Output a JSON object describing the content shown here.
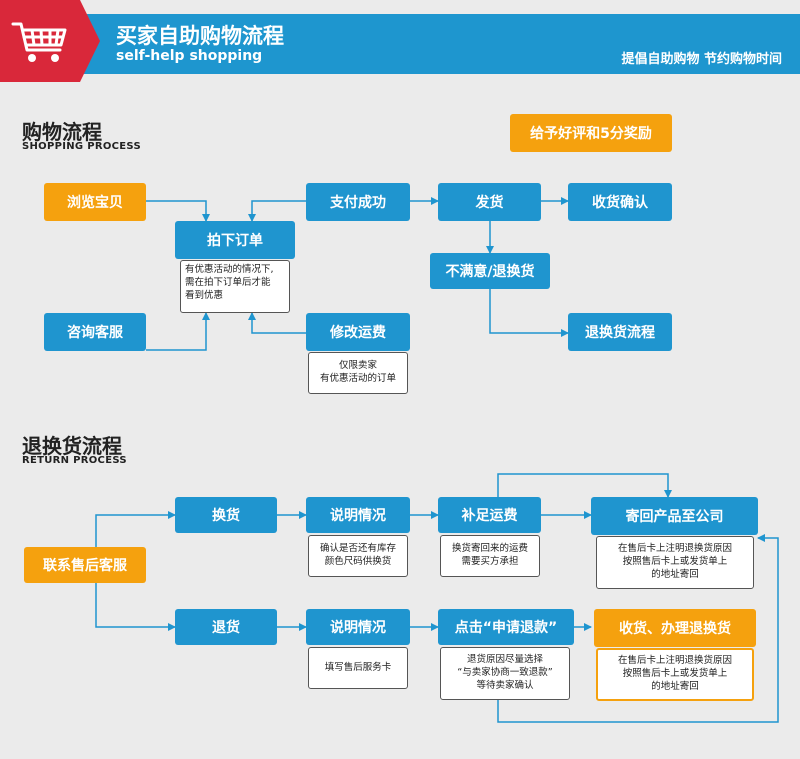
{
  "header": {
    "title": "买家自助购物流程",
    "subtitle": "self-help shopping",
    "slogan": "提倡自助购物  节约购物时间",
    "icon": "shopping-cart-icon",
    "colors": {
      "bar": "#1e96cf",
      "accent": "#d9283a",
      "orange": "#f5a10e",
      "blue": "#1f95cf"
    }
  },
  "shopping": {
    "title": "购物流程",
    "subtitle": "SHOPPING PROCESS",
    "reward": "给予好评和5分奖励",
    "browse": "浏览宝贝",
    "consult": "咨询客服",
    "order": "拍下订单",
    "order_note": [
      "有优惠活动的情况下,",
      "需在拍下订单后才能",
      "看到优惠"
    ],
    "pay": "支付成功",
    "modify": "修改运费",
    "modify_note": [
      "仅限卖家",
      "有优惠活动的订单"
    ],
    "ship": "发货",
    "confirm": "收货确认",
    "unhappy": "不满意/退换货",
    "return_flow": "退换货流程"
  },
  "returns": {
    "title": "退换货流程",
    "subtitle": "RETURN PROCESS",
    "contact": "联系售后客服",
    "exchange": "换货",
    "refund": "退货",
    "explain1": "说明情况",
    "explain1_note": [
      "确认是否还有库存",
      "颜色尺码供换货"
    ],
    "explain2": "说明情况",
    "explain2_note": [
      "填写售后服务卡"
    ],
    "freight": "补足运费",
    "freight_note": [
      "换货寄回来的运费",
      "需要买方承担"
    ],
    "apply": "点击“申请退款”",
    "apply_note": [
      "退货原因尽量选择",
      "“与卖家协商一致退款”",
      "等待卖家确认"
    ],
    "sendback": "寄回产品至公司",
    "sendback_note": [
      "在售后卡上注明退换货原因",
      "按照售后卡上或发货单上",
      "的地址寄回"
    ],
    "receive": "收货、办理退换货",
    "receive_note": [
      "在售后卡上注明退换货原因",
      "按照售后卡上或发货单上",
      "的地址寄回"
    ]
  }
}
